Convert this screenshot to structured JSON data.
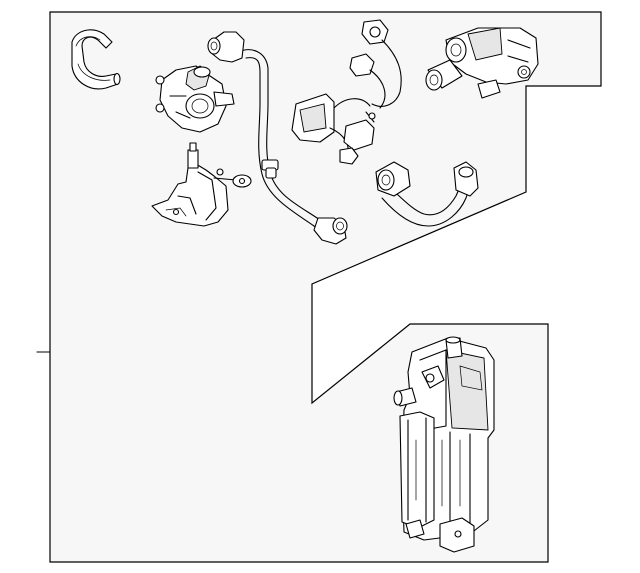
{
  "diagram": {
    "kind": "exploded-parts-diagram",
    "colors": {
      "background": "#ffffff",
      "panel_fill": "#f7f7f7",
      "line": "#000000"
    },
    "parts": [
      {
        "id": "small-hose",
        "icon": "curved-hose-icon"
      },
      {
        "id": "purge-pump",
        "icon": "pump-icon"
      },
      {
        "id": "mounting-bracket",
        "icon": "bracket-icon"
      },
      {
        "id": "vapor-hose-long",
        "icon": "hose-icon"
      },
      {
        "id": "wiring-harness",
        "icon": "wire-harness-icon"
      },
      {
        "id": "purge-valve",
        "icon": "valve-icon"
      },
      {
        "id": "vapor-hose-short",
        "icon": "hose-icon"
      },
      {
        "id": "charcoal-canister",
        "icon": "canister-icon"
      }
    ]
  }
}
